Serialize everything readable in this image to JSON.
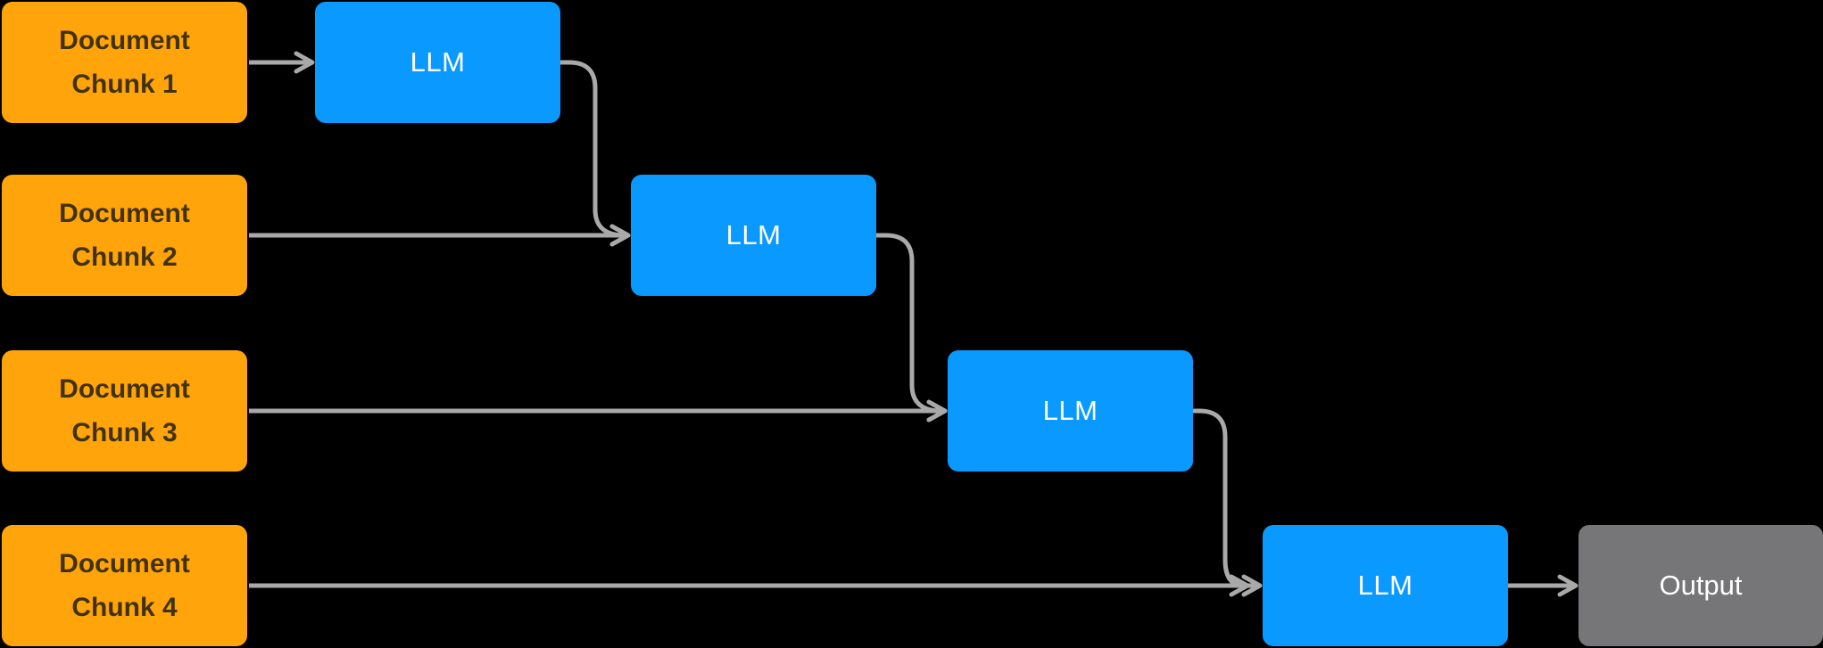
{
  "diagram": {
    "type": "flow-diagram",
    "description": "Sequential refine chain: four document chunks feed successive LLM calls, the last LLM produces the output",
    "nodes": {
      "chunk1": {
        "line1": "Document",
        "line2": "Chunk 1"
      },
      "chunk2": {
        "line1": "Document",
        "line2": "Chunk 2"
      },
      "chunk3": {
        "line1": "Document",
        "line2": "Chunk 3"
      },
      "chunk4": {
        "line1": "Document",
        "line2": "Chunk 4"
      },
      "llm1": {
        "label": "LLM"
      },
      "llm2": {
        "label": "LLM"
      },
      "llm3": {
        "label": "LLM"
      },
      "llm4": {
        "label": "LLM"
      },
      "output": {
        "label": "Output"
      }
    },
    "edges": [
      {
        "from": "chunk1",
        "to": "llm1"
      },
      {
        "from": "llm1",
        "to": "llm2"
      },
      {
        "from": "chunk2",
        "to": "llm2"
      },
      {
        "from": "llm2",
        "to": "llm3"
      },
      {
        "from": "chunk3",
        "to": "llm3"
      },
      {
        "from": "llm3",
        "to": "llm4"
      },
      {
        "from": "chunk4",
        "to": "llm4"
      },
      {
        "from": "llm4",
        "to": "output"
      }
    ],
    "colors": {
      "background": "#000000",
      "chunk_fill": "#FFA40A",
      "chunk_text": "#42320A",
      "llm_fill": "#0A99FF",
      "llm_text": "#FFFFFF",
      "output_fill": "#767679",
      "output_text": "#FFFFFF",
      "arrow": "#A9A9A9"
    }
  }
}
